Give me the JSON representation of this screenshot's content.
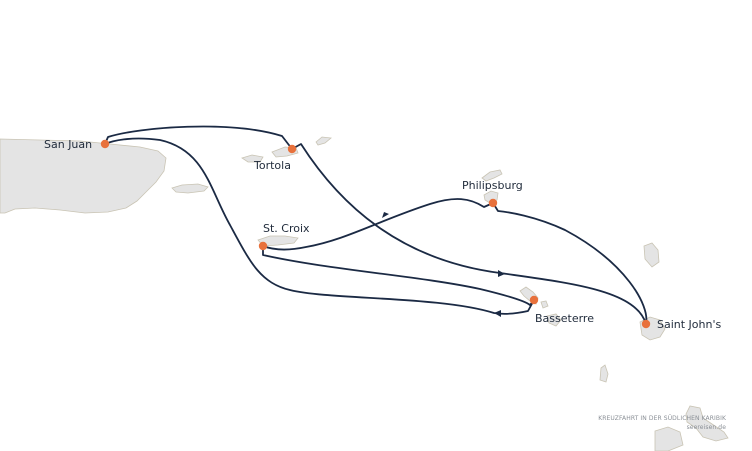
{
  "map": {
    "colors": {
      "land": "#e4e4e4",
      "land_outline": "#c9c4b4",
      "route": "#1b2a44",
      "port": "#e8713c"
    },
    "ports": [
      {
        "id": "san-juan",
        "name": "San Juan"
      },
      {
        "id": "tortola",
        "name": "Tortola"
      },
      {
        "id": "philipsburg",
        "name": "Philipsburg"
      },
      {
        "id": "st-croix",
        "name": "St. Croix"
      },
      {
        "id": "basseterre",
        "name": "Basseterre"
      },
      {
        "id": "saint-johns",
        "name": "Saint John's"
      }
    ]
  },
  "credit": {
    "line1": "KREUZFAHRT IN DER SÜDLICHEN KARIBIK",
    "line2": "seereisen.de"
  }
}
